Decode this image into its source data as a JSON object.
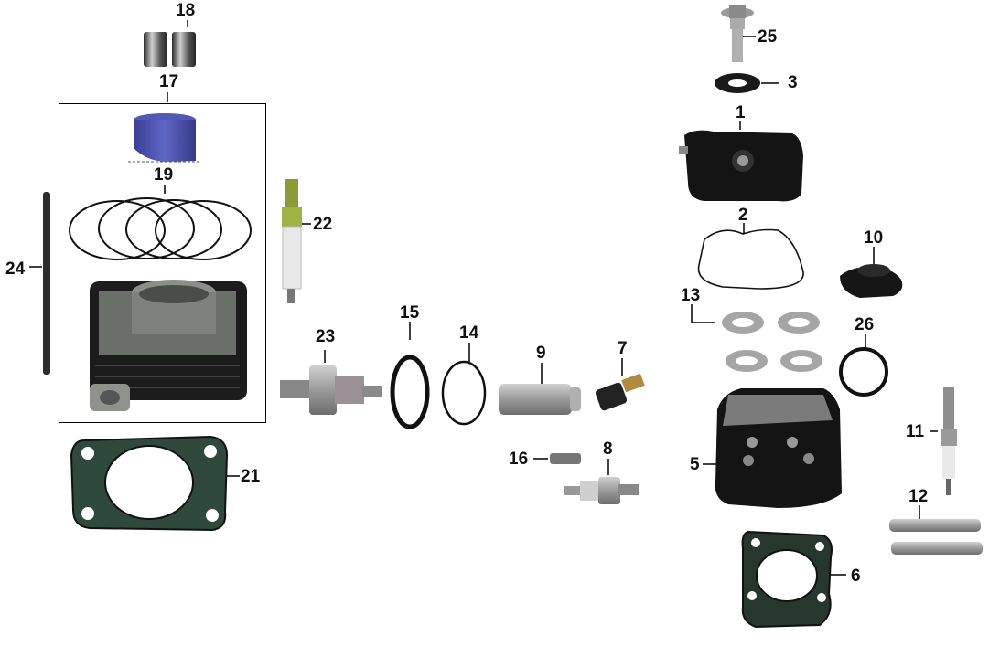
{
  "diagram": {
    "type": "exploded-parts-diagram",
    "subject": "Engine cylinder and cylinder head assembly",
    "callouts": [
      {
        "num": "1",
        "part": "cylinder-head-cover"
      },
      {
        "num": "2",
        "part": "cover-gasket"
      },
      {
        "num": "3",
        "part": "rubber-washer"
      },
      {
        "num": "5",
        "part": "cylinder-head"
      },
      {
        "num": "6",
        "part": "cylinder-head-gasket"
      },
      {
        "num": "7",
        "part": "temperature-sensor"
      },
      {
        "num": "8",
        "part": "sensor-switch"
      },
      {
        "num": "9",
        "part": "metal-sleeve"
      },
      {
        "num": "10",
        "part": "cap"
      },
      {
        "num": "11",
        "part": "spark-plug"
      },
      {
        "num": "12",
        "part": "stud-bolts"
      },
      {
        "num": "13",
        "part": "washers"
      },
      {
        "num": "14",
        "part": "thin-o-ring"
      },
      {
        "num": "15",
        "part": "thick-o-ring"
      },
      {
        "num": "16",
        "part": "set-screw"
      },
      {
        "num": "17",
        "part": "cylinder-and-piston-kit"
      },
      {
        "num": "18",
        "part": "dowel-pins"
      },
      {
        "num": "19",
        "part": "piston-rings"
      },
      {
        "num": "21",
        "part": "cylinder-base-gasket"
      },
      {
        "num": "22",
        "part": "spark-plug"
      },
      {
        "num": "23",
        "part": "oil-pressure-switch"
      },
      {
        "num": "24",
        "part": "long-stud-bolt"
      },
      {
        "num": "25",
        "part": "bolt"
      },
      {
        "num": "26",
        "part": "o-ring"
      }
    ]
  },
  "labels": {
    "l1": "1",
    "l2": "2",
    "l3": "3",
    "l5": "5",
    "l6": "6",
    "l7": "7",
    "l8": "8",
    "l9": "9",
    "l10": "10",
    "l11": "11",
    "l12": "12",
    "l13": "13",
    "l14": "14",
    "l15": "15",
    "l16": "16",
    "l17": "17",
    "l18": "18",
    "l19": "19",
    "l21": "21",
    "l22": "22",
    "l23": "23",
    "l24": "24",
    "l25": "25",
    "l26": "26"
  },
  "colors": {
    "piston": "#4a4fa8",
    "metal": "#9a9a9a",
    "black_part": "#1a1a1a",
    "spark_plug_body": "#8a9a40"
  }
}
